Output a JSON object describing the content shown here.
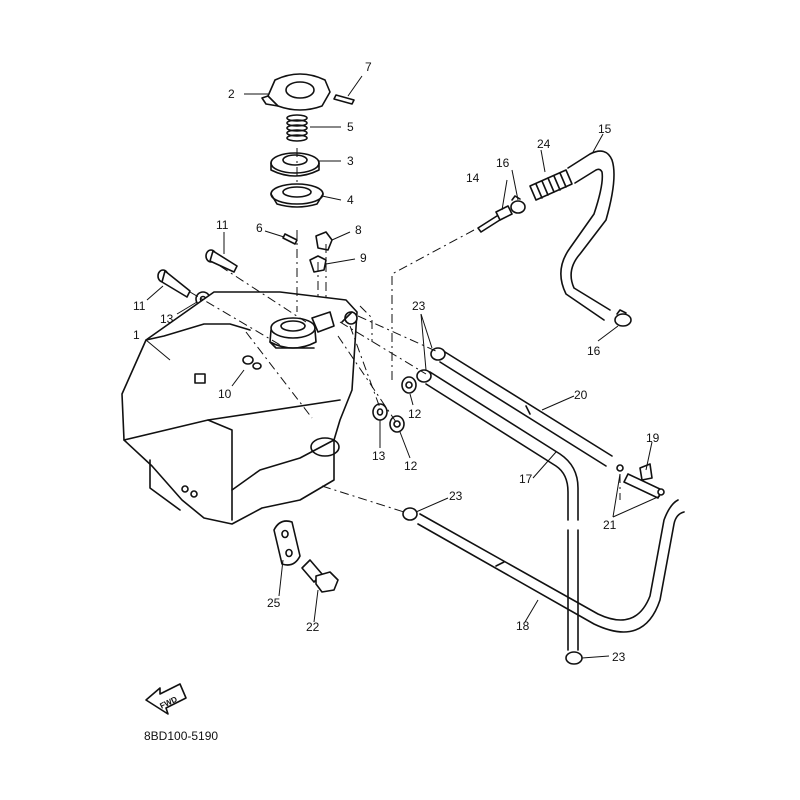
{
  "diagram_code": "8BD100-5190",
  "fwd_label": "FWD",
  "callouts": {
    "c1": "1",
    "c2": "2",
    "c3": "3",
    "c4": "4",
    "c5": "5",
    "c6": "6",
    "c7": "7",
    "c8": "8",
    "c9": "9",
    "c10": "10",
    "c11a": "11",
    "c11b": "11",
    "c12a": "12",
    "c12b": "12",
    "c13a": "13",
    "c13b": "13",
    "c14": "14",
    "c15": "15",
    "c16a": "16",
    "c16b": "16",
    "c17": "17",
    "c18": "18",
    "c19": "19",
    "c20": "20",
    "c21": "21",
    "c22": "22",
    "c23a": "23",
    "c23b": "23",
    "c23c": "23",
    "c24": "24",
    "c25": "25"
  }
}
